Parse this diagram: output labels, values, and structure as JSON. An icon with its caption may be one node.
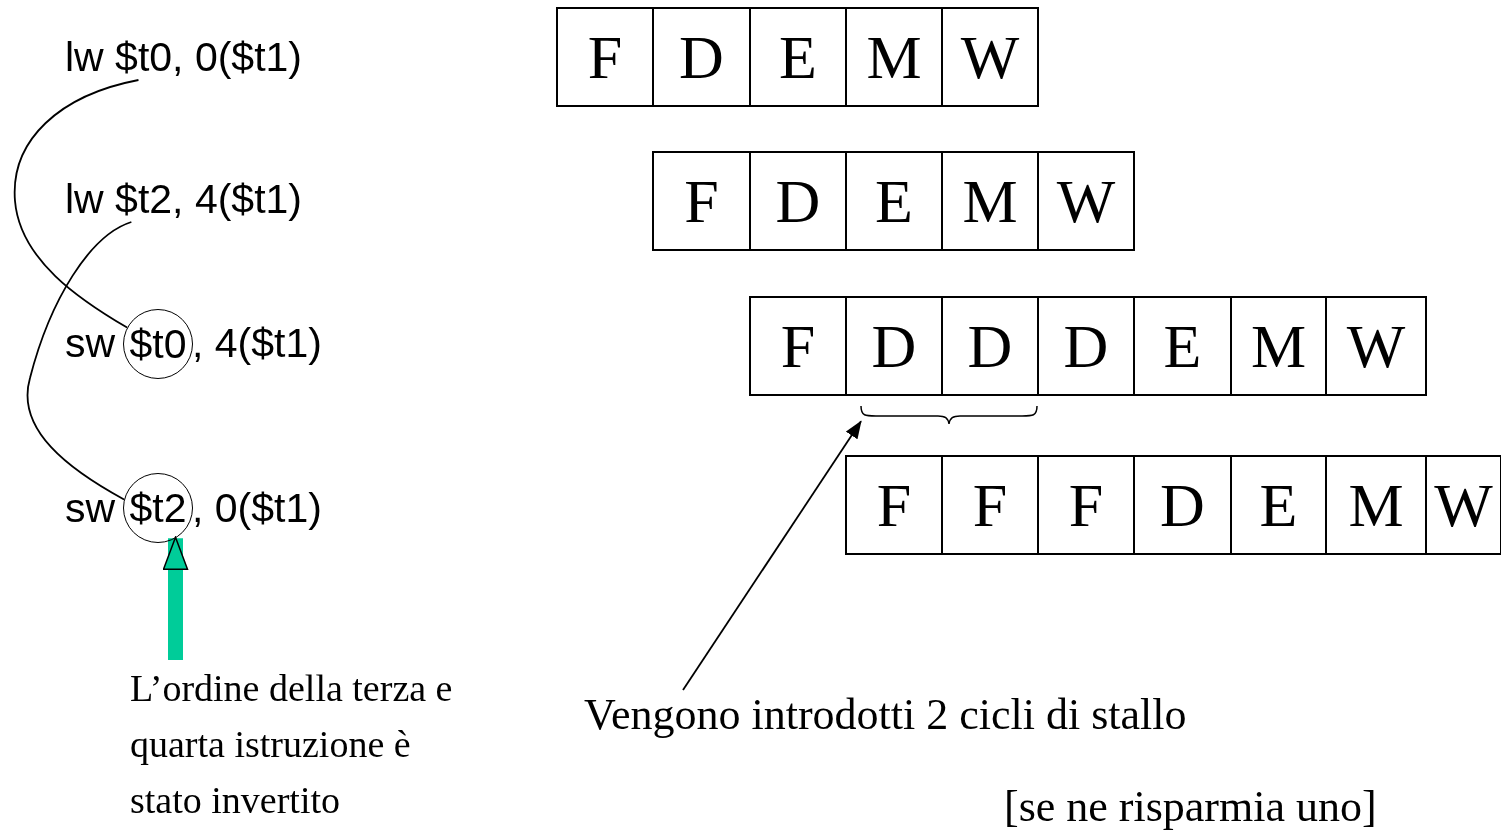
{
  "diagram": {
    "nodes": [
      {
        "text": [
          "lw $t0, 0($t1)"
        ]
      },
      {
        "text": [
          "lw $t2, 4($t1)"
        ]
      },
      {
        "text": [
          "$t0"
        ],
        "beside": [
          "sw",
          ", 4($t1)"
        ]
      },
      {
        "text": [
          "$t2"
        ],
        "beside": [
          "sw",
          ", 0($t1)"
        ]
      },
      {
        "text": [
          "L’ordine della terza e quarta istruzione è stato invertito"
        ]
      },
      {
        "text": [
          "F"
        ]
      },
      {
        "text": [
          "D"
        ]
      },
      {
        "text": [
          "E"
        ]
      },
      {
        "text": [
          "M"
        ]
      },
      {
        "text": [
          "W"
        ]
      },
      {
        "text": [
          "F"
        ]
      },
      {
        "text": [
          "D"
        ]
      },
      {
        "text": [
          "E"
        ]
      },
      {
        "text": [
          "M"
        ]
      },
      {
        "text": [
          "W"
        ]
      },
      {
        "text": [
          "F"
        ]
      },
      {
        "text": [
          "D"
        ]
      },
      {
        "text": [
          "D"
        ]
      },
      {
        "text": [
          "D"
        ]
      },
      {
        "text": [
          "E"
        ]
      },
      {
        "text": [
          "M"
        ]
      },
      {
        "text": [
          "W"
        ]
      },
      {
        "text": [],
        "shape": "bracket"
      },
      {
        "text": [
          "F"
        ]
      },
      {
        "text": [
          "F"
        ]
      },
      {
        "text": [
          "F"
        ]
      },
      {
        "text": [
          "D"
        ]
      },
      {
        "text": [
          "E"
        ]
      },
      {
        "text": [
          "M"
        ]
      },
      {
        "text": [
          "W"
        ]
      },
      {
        "text": [
          "Vengono introdotti 2 cicli di stallo"
        ]
      }
    ],
    "edges": [
      {
        "from": 0,
        "to": 2,
        "arrow": "none"
      },
      {
        "from": 1,
        "to": 3,
        "arrow": "none"
      },
      {
        "from": 4,
        "to": 3,
        "arrow": "to",
        "style": "thick",
        "color": "#00cc99"
      },
      {
        "from": 30,
        "to": 22,
        "arrow": "to"
      }
    ],
    "labels": [
      "[se ne risparmia uno]"
    ]
  }
}
